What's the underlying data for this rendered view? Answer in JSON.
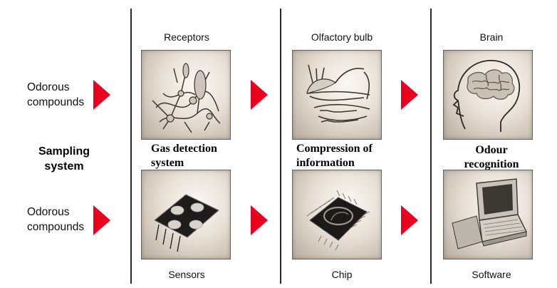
{
  "columns": {
    "top": [
      "Receptors",
      "Olfactory bulb",
      "Brain"
    ],
    "bottom": [
      "Sensors",
      "Chip",
      "Software"
    ]
  },
  "inputs": {
    "top": [
      "Odorous",
      "compounds"
    ],
    "bottom": [
      "Odorous",
      "compounds"
    ]
  },
  "stages": {
    "sampling": [
      "Sampling",
      "system"
    ],
    "gas_detection": [
      "Gas detection",
      "system"
    ],
    "compression": [
      "Compression of",
      "information"
    ],
    "odour": [
      "Odour",
      "recognition"
    ]
  },
  "colors": {
    "arrow": "#e8001c",
    "divider": "#2a2a2a",
    "tile_light": "#fbf8f4",
    "tile_dark": "#b7aa9d"
  },
  "icons": [
    "receptors-illustration",
    "olfactory-bulb-illustration",
    "brain-illustration",
    "sensors-illustration",
    "chip-illustration",
    "software-illustration"
  ]
}
